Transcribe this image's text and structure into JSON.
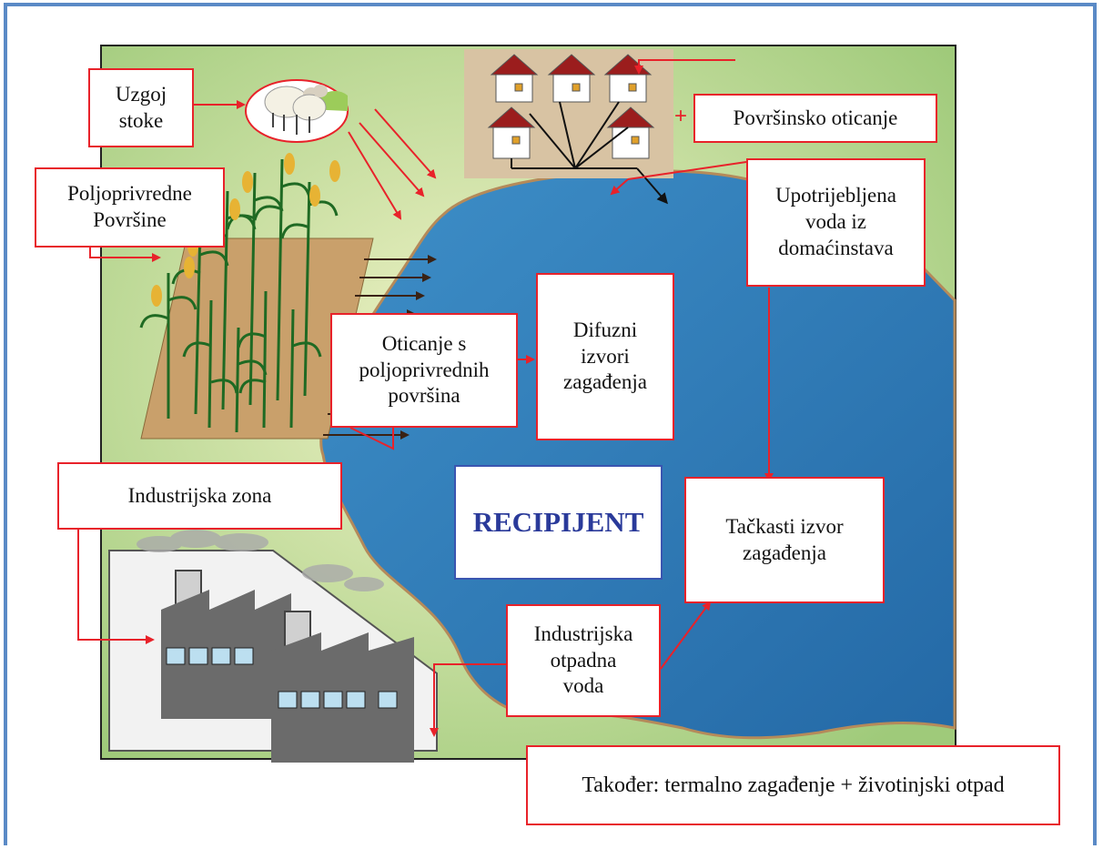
{
  "labels": {
    "livestock": "Uzgoj\nstoke",
    "agri_areas": "Poljoprivredne\nPovršine",
    "surface_runoff": "Površinsko oticanje",
    "household_water": "Upotrijebljena\nvoda iz\ndomaćinstava",
    "agri_runoff": "Oticanje s\npoljoprivrednih\npovršina",
    "diffuse_sources": "Difuzni\nizvori\nzagađenja",
    "industrial_zone": "Industrijska zona",
    "recipient": "RECIPIJENT",
    "point_source": "Tačkasti izvor\nzagađenja",
    "industrial_wastewater": "Industrijska\notpadna\nvoda",
    "also": "Također: termalno zagađenje + životinjski otpad"
  },
  "plus_sign": "+",
  "colors": {
    "frame": "#5a8ac6",
    "label_border": "#e8222a",
    "arrow": "#e8222a",
    "water": "#2f7fb8",
    "land": "#b9d58f",
    "recipient_text": "#2a3a9a"
  }
}
